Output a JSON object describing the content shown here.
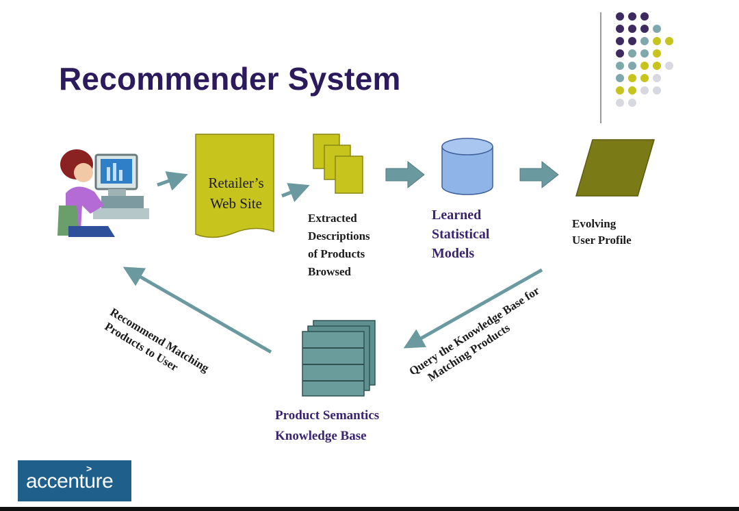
{
  "title": "Recommender System",
  "nodes": {
    "retailer": "Retailer’s\nWeb Site",
    "extracted": [
      "Extracted",
      "Descriptions",
      "of Products",
      "Browsed"
    ],
    "models": [
      "Learned",
      "Statistical",
      "Models"
    ],
    "profile": [
      "Evolving",
      "User Profile"
    ],
    "knowledge_base": [
      "Product Semantics",
      "Knowledge Base"
    ]
  },
  "edges": {
    "recommend": [
      "Recommend Matching",
      "Products to User"
    ],
    "query": [
      "Query the Knowledge Base for",
      "Matching Products"
    ]
  },
  "logo": {
    "text": "accenture",
    "mark": ">"
  },
  "colors": {
    "title": "#2b1a5c",
    "arrow": "#6a9aa0",
    "document": "#c8c41e",
    "cylinder": "#8fb4e8",
    "profile": "#7a7a16",
    "stack": "#5f9090",
    "logo_bg": "#1e5f8c"
  },
  "decoration_dots": [
    [
      "#3d2a5e",
      "#3d2a5e",
      "#3d2a5e"
    ],
    [
      "#3d2a5e",
      "#3d2a5e",
      "#3d2a5e",
      "#7fa8ac"
    ],
    [
      "#3d2a5e",
      "#3d2a5e",
      "#7fa8ac",
      "#c8c41e",
      "#c8c41e"
    ],
    [
      "#3d2a5e",
      "#7fa8ac",
      "#7fa8ac",
      "#c8c41e"
    ],
    [
      "#7fa8ac",
      "#7fa8ac",
      "#c8c41e",
      "#c8c41e",
      "#d8d8e0"
    ],
    [
      "#7fa8ac",
      "#c8c41e",
      "#c8c41e",
      "#d8d8e0"
    ],
    [
      "#c8c41e",
      "#c8c41e",
      "#d8d8e0",
      "#d8d8e0"
    ],
    [
      "#d8d8e0",
      "#d8d8e0"
    ]
  ]
}
